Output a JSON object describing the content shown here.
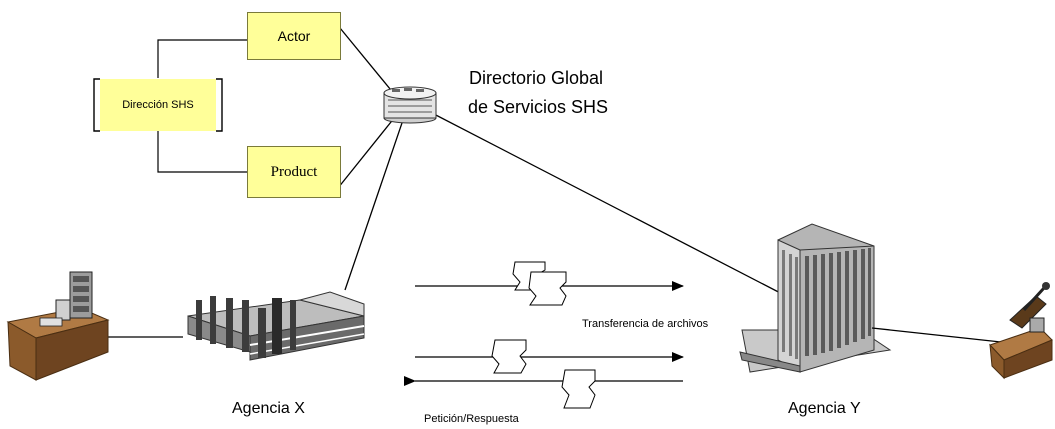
{
  "colors": {
    "box_fill": "#ffff99",
    "line": "#000000",
    "building_grey": "#9a9a9a",
    "building_dark": "#3c3c3c",
    "desk_brown": "#8b5a2b"
  },
  "icons": {
    "directory_server": "network-hub-icon",
    "agency_x_building": "low-building-icon",
    "agency_y_building": "tower-building-icon",
    "left_workstation": "desk-workstation-icon",
    "right_workstation": "desk-machine-icon",
    "documents": "document-stack-icon"
  },
  "nodes": {
    "address_label": "Dirección SHS",
    "actor_label": "Actor",
    "product_label": "Product",
    "directory_line1": "Directorio Global",
    "directory_line2": "de Servicios SHS",
    "agency_x_label": "Agencia X",
    "agency_y_label": "Agencia Y"
  },
  "flows": {
    "file_transfer_label": "Transferencia de archivos",
    "request_response_label": "Petición/Respuesta"
  }
}
